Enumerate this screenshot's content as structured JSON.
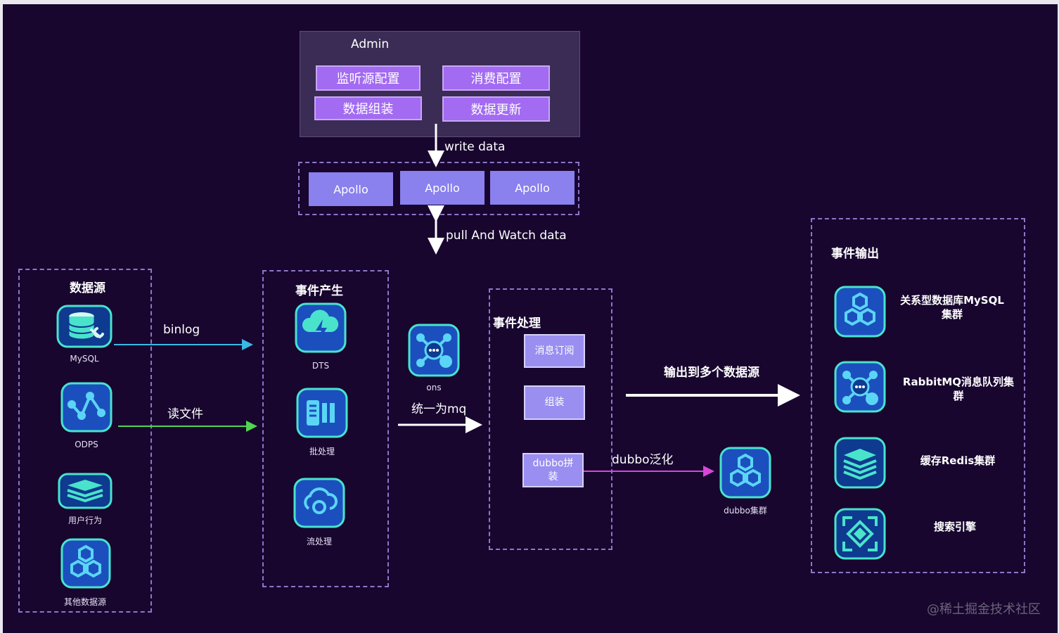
{
  "admin": {
    "title": "Admin",
    "buttons": [
      "监听源配置",
      "消费配置",
      "数据组装",
      "数据更新"
    ]
  },
  "apollo": {
    "nodes": [
      "Apollo",
      "Apollo",
      "Apollo"
    ],
    "write_label": "write data",
    "pull_label": "pull And Watch data"
  },
  "sources": {
    "title": "数据源",
    "items": [
      "MySQL",
      "ODPS",
      "用户行为",
      "其他数据源"
    ]
  },
  "edges": {
    "binlog": "binlog",
    "read_file": "读文件",
    "unify_mq": "统一为mq",
    "output_multi": "输出到多个数据源",
    "dubbo_generic": "dubbo泛化"
  },
  "events_gen": {
    "title": "事件产生",
    "items": [
      "DTS",
      "批处理",
      "流处理"
    ]
  },
  "ons": {
    "label": "ons"
  },
  "processing": {
    "title": "事件处理",
    "items": [
      "消息订阅",
      "组装",
      "dubbo拼装"
    ]
  },
  "dubbo_cluster": {
    "label": "dubbo集群"
  },
  "output": {
    "title": "事件输出",
    "items": [
      "关系型数据库MySQL集群",
      "RabbitMQ消息队列集群",
      "缓存Redis集群",
      "搜索引擎"
    ]
  },
  "watermark": "@稀土掘金技术社区",
  "colors": {
    "background": "#18062f",
    "teal": "#49e3cc",
    "blue_icon": "#1c4fbe",
    "purple_button": "#a26bf1",
    "apollo": "#8a80ee",
    "dash": "#8b77c9",
    "binlog_arrow": "#39b9e6",
    "readfile_arrow": "#4fd64f",
    "dubbo_arrow": "#d846d8"
  }
}
